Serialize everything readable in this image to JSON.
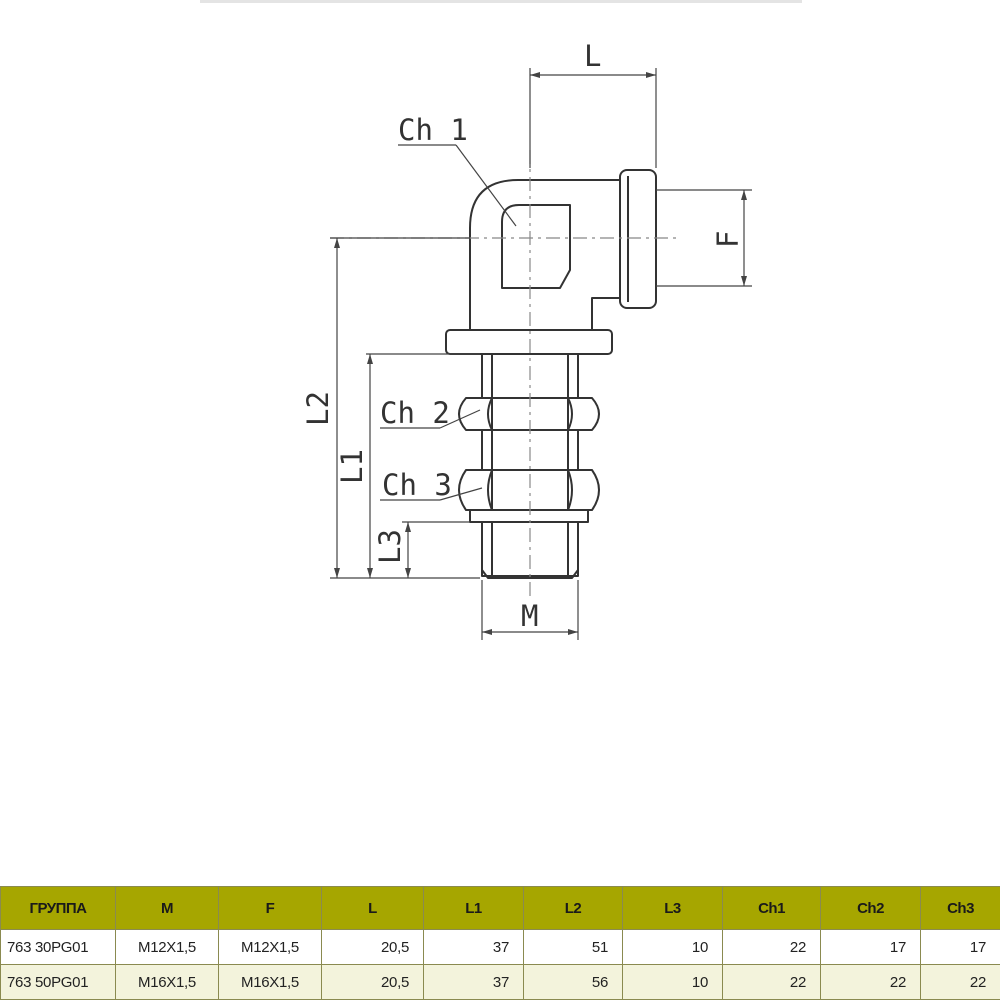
{
  "drawing": {
    "labels": {
      "L": "L",
      "F": "F",
      "Ch1": "Ch 1",
      "Ch2": "Ch 2",
      "Ch3": "Ch 3",
      "L1": "L1",
      "L2": "L2",
      "L3": "L3",
      "M": "M"
    }
  },
  "table": {
    "headers": [
      "ГРУППА",
      "M",
      "F",
      "L",
      "L1",
      "L2",
      "L3",
      "Ch1",
      "Ch2",
      "Ch3"
    ],
    "rows": [
      [
        "763 30PG01",
        "M12X1,5",
        "M12X1,5",
        "20,5",
        "37",
        "51",
        "10",
        "22",
        "17",
        "17"
      ],
      [
        "763 50PG01",
        "M16X1,5",
        "M16X1,5",
        "20,5",
        "37",
        "56",
        "10",
        "22",
        "22",
        "22"
      ]
    ]
  },
  "colors": {
    "header_bg": "#a6a600",
    "alt_row_bg": "#f3f3dc"
  }
}
